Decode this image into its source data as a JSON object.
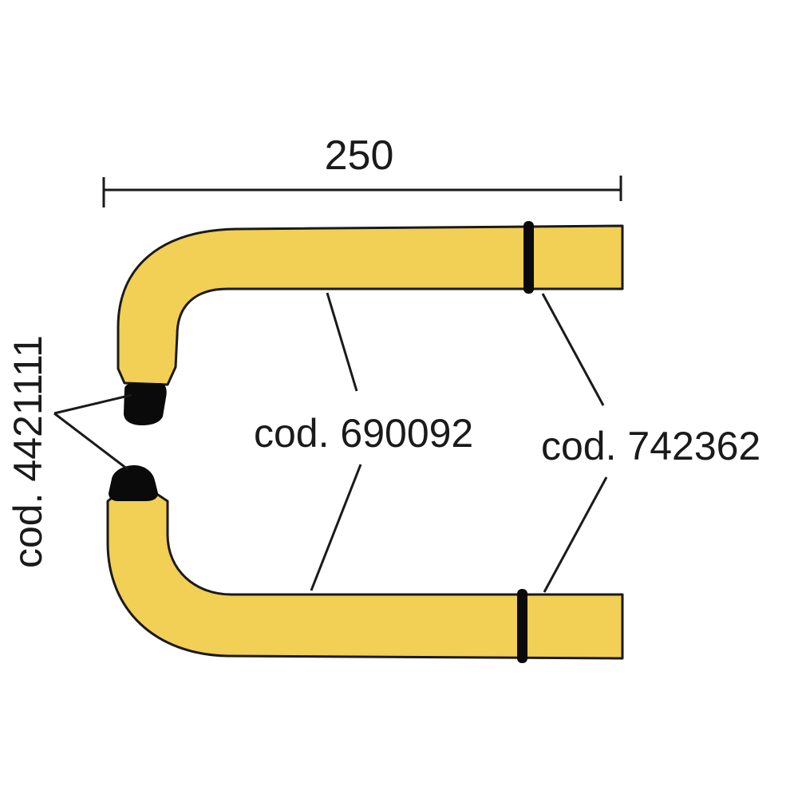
{
  "dimension": {
    "length_label": "250"
  },
  "parts": {
    "tube": {
      "code": "cod. 690092"
    },
    "ring": {
      "code": "cod. 742362"
    },
    "tip": {
      "code": "cod. 4421111"
    }
  },
  "colors": {
    "handle_fill": "#f2cf55",
    "outline": "#1a1a1a",
    "tip_fill": "#0a0a0a",
    "background": "#ffffff"
  }
}
